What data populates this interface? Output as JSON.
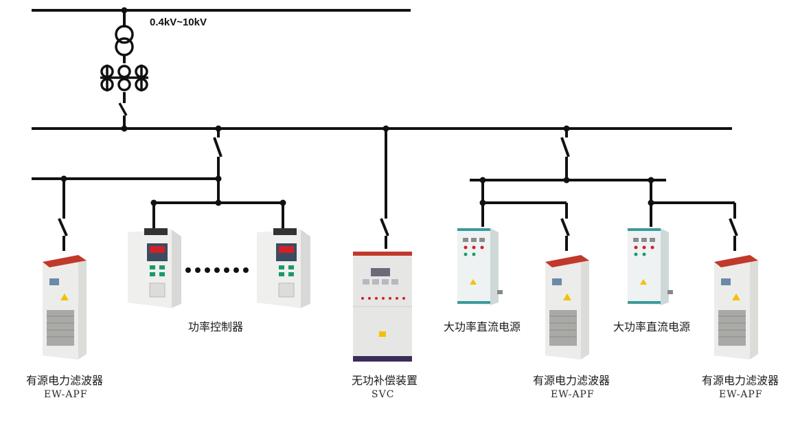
{
  "transformer": {
    "voltage_label": "0.4kV~10kV"
  },
  "labels": {
    "power_controller": "功率控制器",
    "apf_1": "有源电力滤波器",
    "apf_1_model": "EW-APF",
    "svc": "无功补偿装置",
    "svc_model": "SVC",
    "dc_supply_1": "大功率直流电源",
    "dc_supply_2": "大功率直流电源",
    "apf_2": "有源电力滤波器",
    "apf_2_model": "EW-APF",
    "apf_3": "有源电力滤波器",
    "apf_3_model": "EW-APF"
  },
  "colors": {
    "line": "#111111",
    "cabinet_body": "#e9e9e7",
    "cabinet_shade": "#c9c9c6",
    "cabinet_top": "#c0392b",
    "panel_teal": "#3a9a9a",
    "controller_display": "#d0202a",
    "controller_buttons": "#1a9a6a"
  }
}
